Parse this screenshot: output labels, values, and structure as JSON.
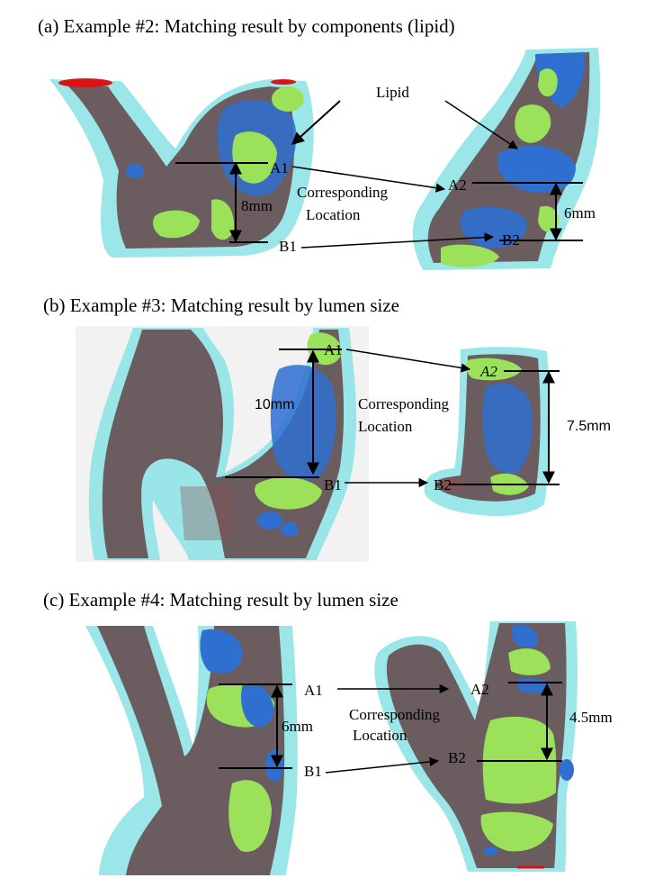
{
  "colors": {
    "vessel_wall": "#8fe3e6",
    "lumen": "#6b5d5f",
    "lipid": "#9be15a",
    "calcium": "#2f6fd0",
    "marker": "#d81414",
    "background_panel_b": "#f2f2f2"
  },
  "panel_a": {
    "title": "(a) Example #2:  Matching result by components (lipid)",
    "lipid_label": "Lipid",
    "a1": "A1",
    "b1": "B1",
    "a2": "A2",
    "b2": "B2",
    "corresponding": "Corresponding",
    "location": "Location",
    "dist_left": "8mm",
    "dist_right": "6mm"
  },
  "panel_b": {
    "title": "(b) Example #3: Matching result by lumen size",
    "a1": "A1",
    "b1": "B1",
    "a2": "A2",
    "b2": "B2",
    "corresponding": "Corresponding",
    "location": "Location",
    "dist_left": "10mm",
    "dist_right": "7.5mm"
  },
  "panel_c": {
    "title": "(c) Example #4: Matching result by lumen size",
    "a1": "A1",
    "b1": "B1",
    "a2": "A2",
    "b2": "B2",
    "corresponding": "Corresponding",
    "location": "Location",
    "dist_left": "6mm",
    "dist_right": "4.5mm"
  }
}
